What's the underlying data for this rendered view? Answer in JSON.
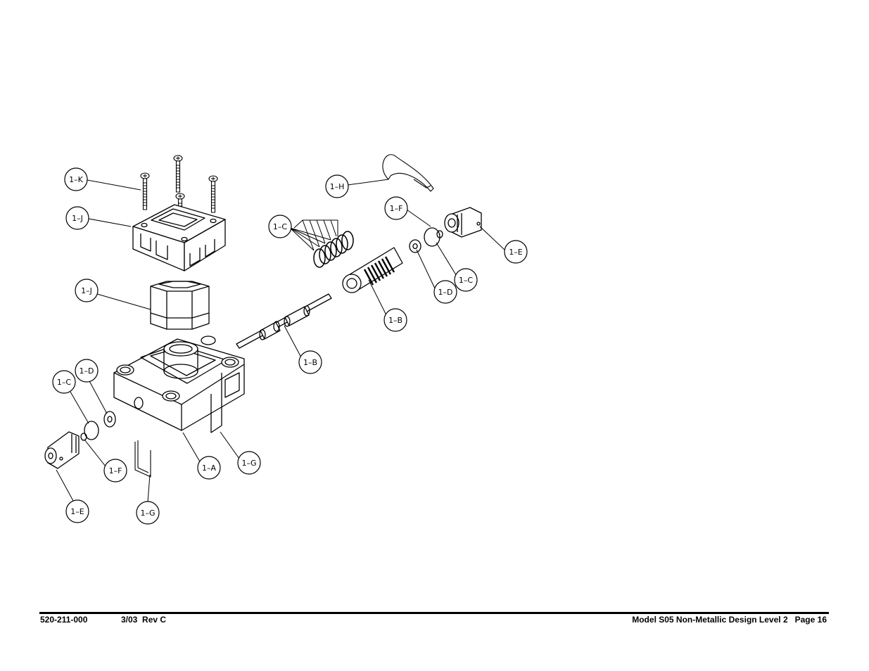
{
  "diagram": {
    "callouts": [
      {
        "id": "k",
        "label": "1–K"
      },
      {
        "id": "j-top",
        "label": "1–J"
      },
      {
        "id": "j-mid",
        "label": "1–J"
      },
      {
        "id": "h",
        "label": "1–H"
      },
      {
        "id": "f-top",
        "label": "1–F"
      },
      {
        "id": "c-top",
        "label": "1–C"
      },
      {
        "id": "e-top",
        "label": "1–E"
      },
      {
        "id": "c-right",
        "label": "1–C"
      },
      {
        "id": "d-top",
        "label": "1–D"
      },
      {
        "id": "b-top",
        "label": "1–B"
      },
      {
        "id": "b-mid",
        "label": "1–B"
      },
      {
        "id": "d-left",
        "label": "1–D"
      },
      {
        "id": "c-left",
        "label": "1–C"
      },
      {
        "id": "f-bot",
        "label": "1–F"
      },
      {
        "id": "a",
        "label": "1–A"
      },
      {
        "id": "g-right",
        "label": "1–G"
      },
      {
        "id": "e-bot",
        "label": "1–E"
      },
      {
        "id": "g-bot",
        "label": "1–G"
      }
    ]
  },
  "footer": {
    "doc_number": "520-211-000",
    "date_rev": "3/03  Rev C",
    "title": "Model S05 Non-Metallic Design Level 2   Page 16"
  }
}
